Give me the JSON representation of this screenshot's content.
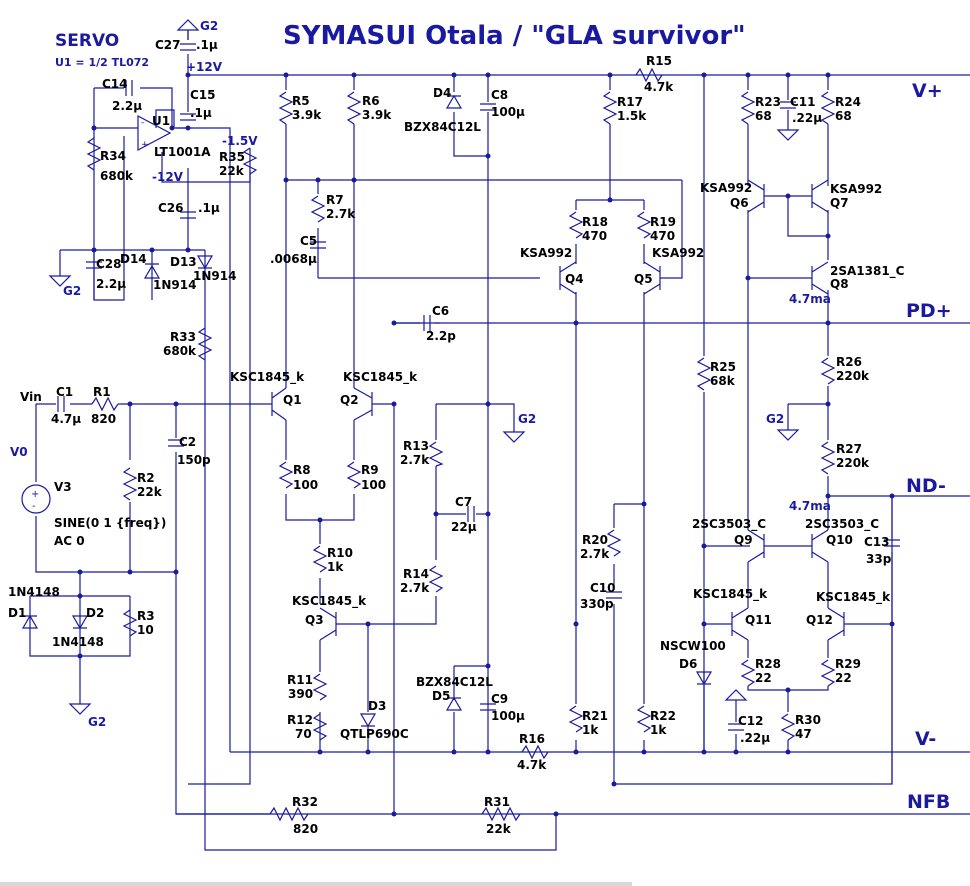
{
  "title": "SYMASUI Otala / \"GLA survivor\"",
  "servo": {
    "label": "SERVO",
    "note": "U1 = 1/2 TL072"
  },
  "rails": {
    "vplus": "V+",
    "pdplus": "PD+",
    "ndminus": "ND-",
    "vminus": "V-",
    "nfb": "NFB"
  },
  "net_labels": {
    "g2_top": "G2",
    "g2_servo": "G2",
    "g2_mid": "G2",
    "g2_right": "G2",
    "g2_bottom": "G2",
    "plus12": "+12V",
    "minus12": "-12V",
    "minus1v5": "-1.5V",
    "vin": "Vin",
    "v0": "V0",
    "cur_q8": "4.7ma",
    "cur_q9": "4.7ma"
  },
  "source": {
    "name": "V3",
    "line1": "SINE(0 1 {freq})",
    "line2": "AC 0"
  },
  "components": [
    {
      "ref": "C27",
      "value": ".1μ"
    },
    {
      "ref": "C14",
      "value": "2.2μ"
    },
    {
      "ref": "C15",
      "value": ".1μ"
    },
    {
      "ref": "U1",
      "value": "LT1001A"
    },
    {
      "ref": "R34",
      "value": "680k"
    },
    {
      "ref": "R35",
      "value": "22k"
    },
    {
      "ref": "C26",
      "value": ".1μ"
    },
    {
      "ref": "C28",
      "value": "2.2μ"
    },
    {
      "ref": "D14",
      "value": "1N914"
    },
    {
      "ref": "D13",
      "value": "1N914"
    },
    {
      "ref": "R33",
      "value": "680k"
    },
    {
      "ref": "C1",
      "value": "4.7μ"
    },
    {
      "ref": "R1",
      "value": "820"
    },
    {
      "ref": "C2",
      "value": "150p"
    },
    {
      "ref": "R2",
      "value": "22k"
    },
    {
      "ref": "D1",
      "value": "1N4148"
    },
    {
      "ref": "D2",
      "value": "1N4148"
    },
    {
      "ref": "R3",
      "value": "10"
    },
    {
      "ref": "R5",
      "value": "3.9k"
    },
    {
      "ref": "R6",
      "value": "3.9k"
    },
    {
      "ref": "R7",
      "value": "2.7k"
    },
    {
      "ref": "C5",
      "value": ".0068μ"
    },
    {
      "ref": "Q1",
      "value": "KSC1845_k"
    },
    {
      "ref": "Q2",
      "value": "KSC1845_k"
    },
    {
      "ref": "R8",
      "value": "100"
    },
    {
      "ref": "R9",
      "value": "100"
    },
    {
      "ref": "R10",
      "value": "1k"
    },
    {
      "ref": "Q3",
      "value": "KSC1845_k"
    },
    {
      "ref": "R11",
      "value": "390"
    },
    {
      "ref": "R12",
      "value": "70"
    },
    {
      "ref": "D3",
      "value": "QTLP690C"
    },
    {
      "ref": "D4",
      "value": "BZX84C12L"
    },
    {
      "ref": "C8",
      "value": "100μ"
    },
    {
      "ref": "C6",
      "value": "2.2p"
    },
    {
      "ref": "R13",
      "value": "2.7k"
    },
    {
      "ref": "C7",
      "value": "22μ"
    },
    {
      "ref": "R14",
      "value": "2.7k"
    },
    {
      "ref": "D5",
      "value": "BZX84C12L"
    },
    {
      "ref": "C9",
      "value": "100μ"
    },
    {
      "ref": "R15",
      "value": "4.7k"
    },
    {
      "ref": "R16",
      "value": "4.7k"
    },
    {
      "ref": "R17",
      "value": "1.5k"
    },
    {
      "ref": "R18",
      "value": "470"
    },
    {
      "ref": "R19",
      "value": "470"
    },
    {
      "ref": "Q4",
      "value": "KSA992"
    },
    {
      "ref": "Q5",
      "value": "KSA992"
    },
    {
      "ref": "R20",
      "value": "2.7k"
    },
    {
      "ref": "C10",
      "value": "330p"
    },
    {
      "ref": "R21",
      "value": "1k"
    },
    {
      "ref": "R22",
      "value": "1k"
    },
    {
      "ref": "R25",
      "value": "68k"
    },
    {
      "ref": "D6",
      "value": "NSCW100"
    },
    {
      "ref": "R23",
      "value": "68"
    },
    {
      "ref": "C11",
      "value": ".22μ"
    },
    {
      "ref": "R24",
      "value": "68"
    },
    {
      "ref": "Q6",
      "value": "KSA992"
    },
    {
      "ref": "Q7",
      "value": "KSA992"
    },
    {
      "ref": "Q8",
      "value": "2SA1381_C"
    },
    {
      "ref": "R26",
      "value": "220k"
    },
    {
      "ref": "R27",
      "value": "220k"
    },
    {
      "ref": "Q9",
      "value": "2SC3503_C"
    },
    {
      "ref": "Q10",
      "value": "2SC3503_C"
    },
    {
      "ref": "C13",
      "value": "33p"
    },
    {
      "ref": "Q11",
      "value": "KSC1845_k"
    },
    {
      "ref": "Q12",
      "value": "KSC1845_k"
    },
    {
      "ref": "R28",
      "value": "22"
    },
    {
      "ref": "R29",
      "value": "22"
    },
    {
      "ref": "C12",
      "value": ".22μ"
    },
    {
      "ref": "R30",
      "value": "47"
    },
    {
      "ref": "R32",
      "value": "820"
    },
    {
      "ref": "R31",
      "value": "22k"
    }
  ]
}
